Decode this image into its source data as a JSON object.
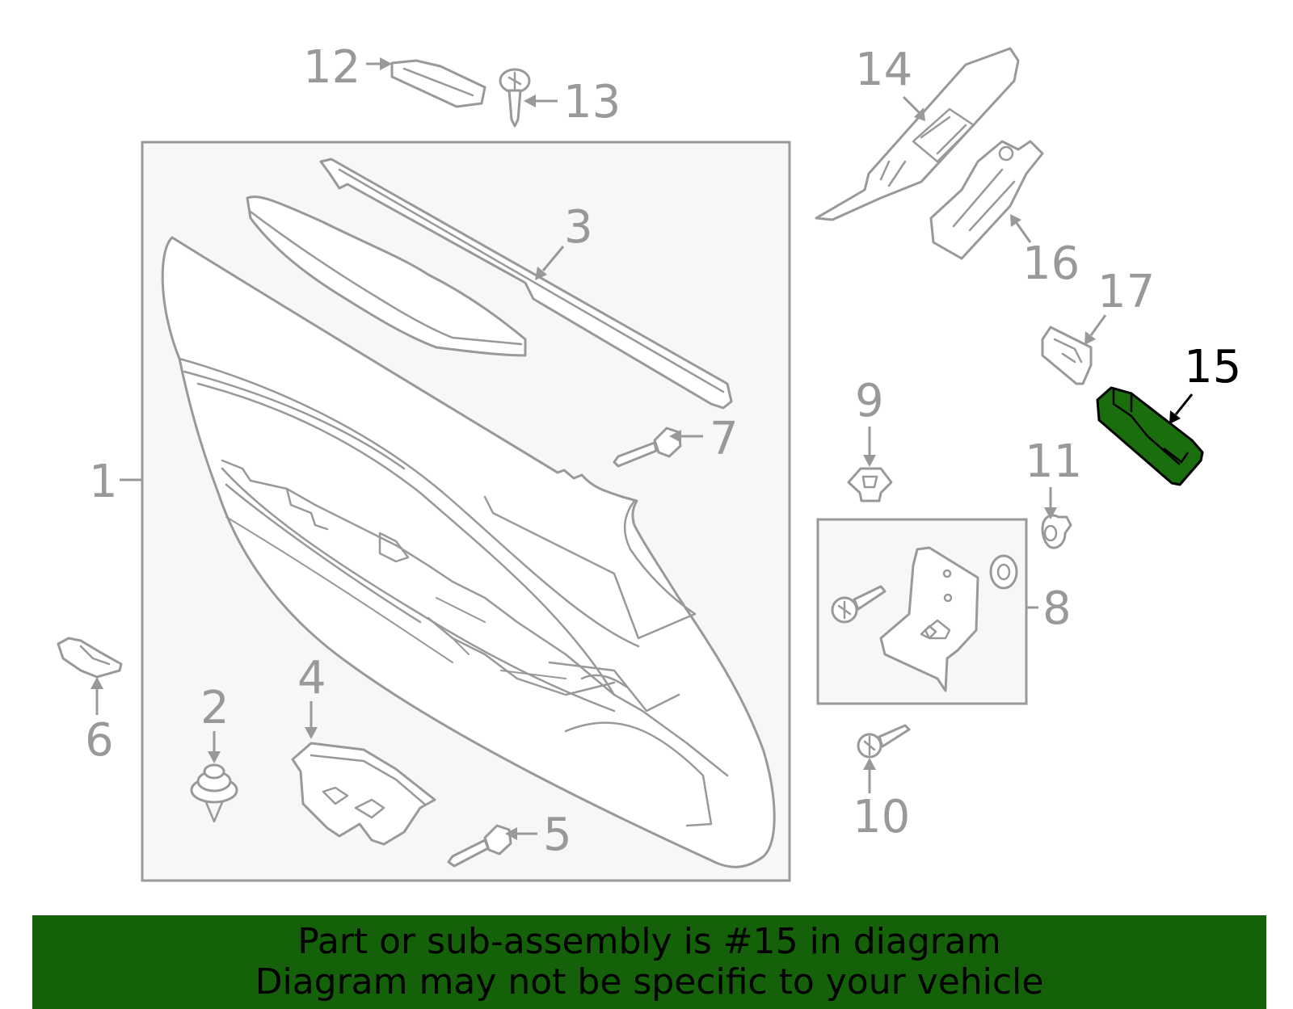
{
  "highlight_color": "#156109",
  "highlighted_part": "15",
  "callouts": {
    "c1": "1",
    "c2": "2",
    "c3": "3",
    "c4": "4",
    "c5": "5",
    "c6": "6",
    "c7": "7",
    "c8": "8",
    "c9": "9",
    "c10": "10",
    "c11": "11",
    "c12": "12",
    "c13": "13",
    "c14": "14",
    "c15": "15",
    "c16": "16",
    "c17": "17"
  },
  "banner": {
    "line1": "Part or sub-assembly is #15 in diagram",
    "line2": "Diagram may not be specific to your vehicle"
  }
}
